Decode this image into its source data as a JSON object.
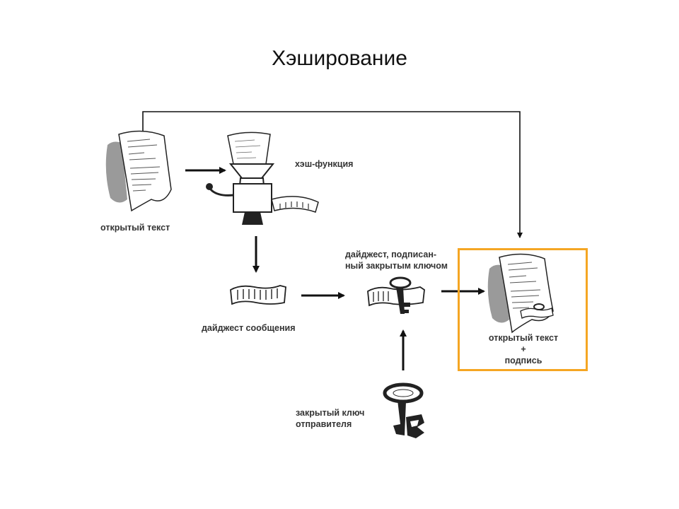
{
  "slide": {
    "title": "Хэширование"
  },
  "labels": {
    "plain_text": "открытый текст",
    "hash_function": "хэш-функция",
    "message_digest": "дайджест сообщения",
    "signed_digest_line1": "дайджест, подписан-",
    "signed_digest_line2": "ный закрытым ключом",
    "result_line1": "открытый текст",
    "result_line2": "+",
    "result_line3": "подпись",
    "private_key_line1": "закрытый ключ",
    "private_key_line2": "отправителя"
  },
  "colors": {
    "highlight": "#f5a623",
    "ink": "#111111",
    "shadow": "#9a9a9a"
  },
  "icons": [
    "document-icon",
    "meat-grinder-icon",
    "digest-ribbon-icon",
    "key-icon",
    "signed-digest-icon",
    "signed-document-icon"
  ]
}
